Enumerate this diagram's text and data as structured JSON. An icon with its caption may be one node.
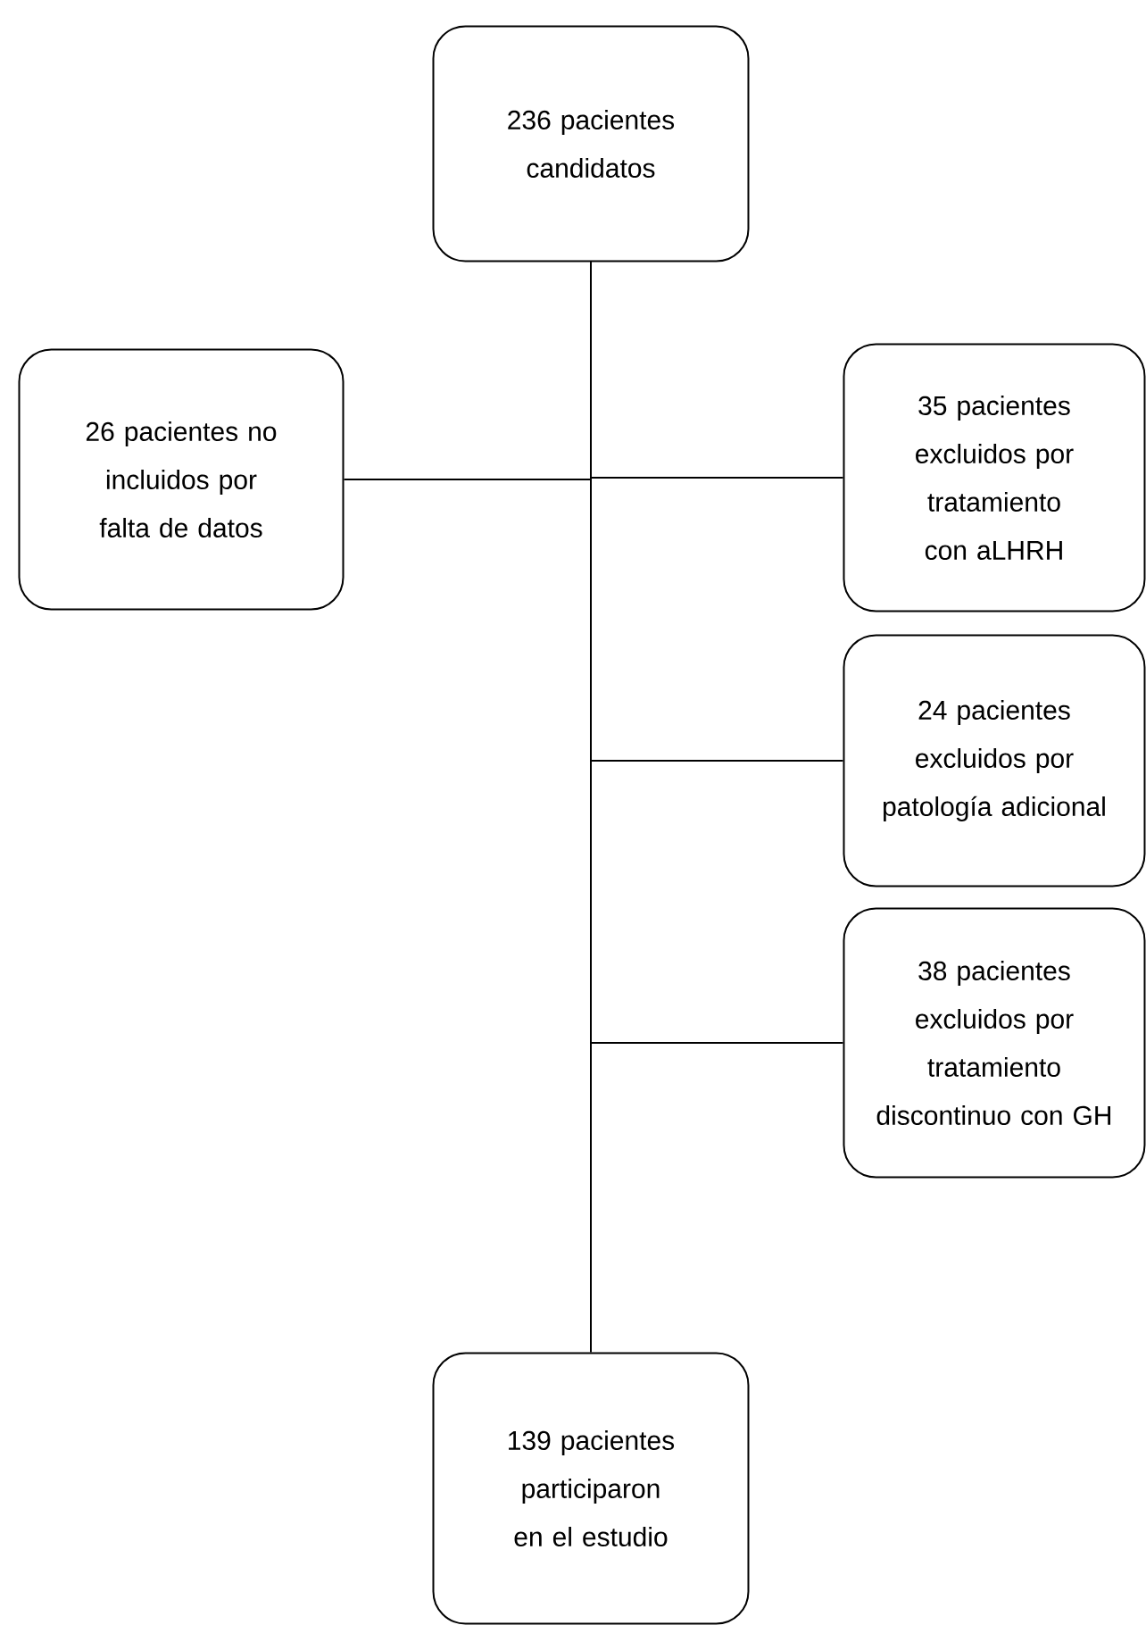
{
  "diagram": {
    "nodes": [
      {
        "text": [
          "236 pacientes candidatos"
        ]
      },
      {
        "text": [
          "26 pacientes no incluidos por falta de datos"
        ]
      },
      {
        "text": [
          "35 pacientes excluidos por tratamiento con aLHRH"
        ]
      },
      {
        "text": [
          "24 pacientes excluidos por patología adicional"
        ]
      },
      {
        "text": [
          "38 pacientes excluidos por tratamiento discontinuo con GH"
        ]
      },
      {
        "text": [
          "139 pacientes participaron en el estudio"
        ]
      }
    ],
    "edges": [
      {
        "from": 0,
        "to": 5,
        "arrow": "none"
      },
      {
        "from": 0,
        "to": 1,
        "arrow": "none"
      },
      {
        "from": 0,
        "to": 2,
        "arrow": "none"
      },
      {
        "from": 0,
        "to": 3,
        "arrow": "none"
      },
      {
        "from": 0,
        "to": 4,
        "arrow": "none"
      }
    ]
  }
}
